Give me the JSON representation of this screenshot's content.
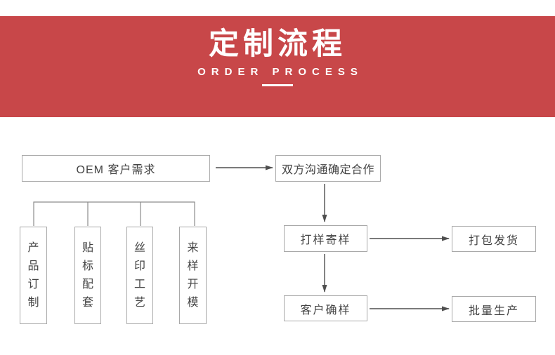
{
  "banner": {
    "title": "定制流程",
    "subtitle": "ORDER PROCESS",
    "background_color": "#c84749",
    "text_color": "#ffffff"
  },
  "flowchart": {
    "nodes": {
      "oem": "OEM 客户需求",
      "negotiate": "双方沟通确定合作",
      "sampling": "打样寄样",
      "shipping": "打包发货",
      "confirm": "客户确样",
      "production": "批量生产"
    },
    "branches": [
      "产品订制",
      "贴标配套",
      "丝印工艺",
      "来样开模"
    ],
    "line_color": "#555555",
    "bracket_color": "#8c8c8c",
    "box_border_color": "#a9a9a9",
    "box_text_color": "#434343"
  }
}
